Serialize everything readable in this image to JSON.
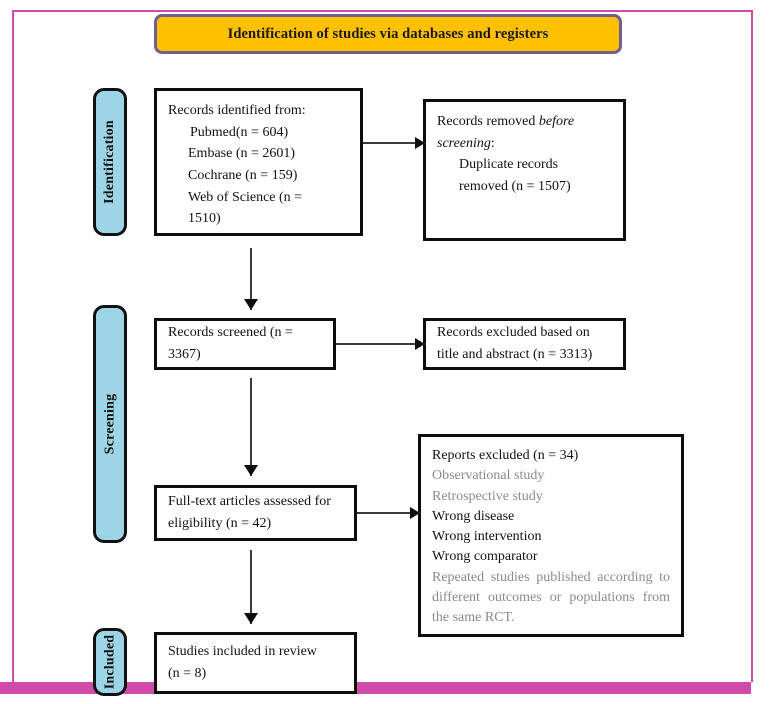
{
  "diagram": {
    "title": "Identification of studies via databases and registers",
    "frame_color": "#cf4ba9",
    "banner_fill": "#ffc000",
    "banner_border": "#6f5f8e",
    "stage_fill": "#9ed5e6",
    "gray_text_color": "#8a8a8a"
  },
  "stages": {
    "identification": "Identification",
    "screening": "Screening",
    "included": "Included"
  },
  "boxes": {
    "records_identified": {
      "heading": "Records identified from:",
      "sources": [
        "Pubmed(n = 604)",
        "Embase (n = 2601)",
        "Cochrane (n = 159)",
        "Web of Science (n =",
        "1510)"
      ]
    },
    "records_removed": {
      "line1_before_italic": "Records removed ",
      "line1_italic": "before",
      "line2_italic": "screening",
      "line2_after_italic": ":",
      "detail_line1": "Duplicate records",
      "detail_line2": "removed (n = 1507)"
    },
    "records_screened": {
      "label": "Records screened (n = 3367)"
    },
    "records_excluded": {
      "line1": "Records excluded based on",
      "line2": "title and abstract (n = 3313)"
    },
    "fulltext_assessed": {
      "line1": "Full-text articles assessed for",
      "line2": "eligibility (n = 42)"
    },
    "reports_excluded": {
      "heading": "Reports excluded (n = 34)",
      "reasons": [
        {
          "text": "Observational study",
          "emphasis": "gray"
        },
        {
          "text": "Retrospective study",
          "emphasis": "gray"
        },
        {
          "text": "Wrong disease",
          "emphasis": "dark"
        },
        {
          "text": "Wrong intervention",
          "emphasis": "dark"
        },
        {
          "text": "Wrong comparator",
          "emphasis": "dark"
        }
      ],
      "note": "Repeated studies published according to different outcomes or populations from the same RCT."
    },
    "studies_included": {
      "line1": "Studies included in review",
      "line2": "(n = 8)"
    }
  }
}
